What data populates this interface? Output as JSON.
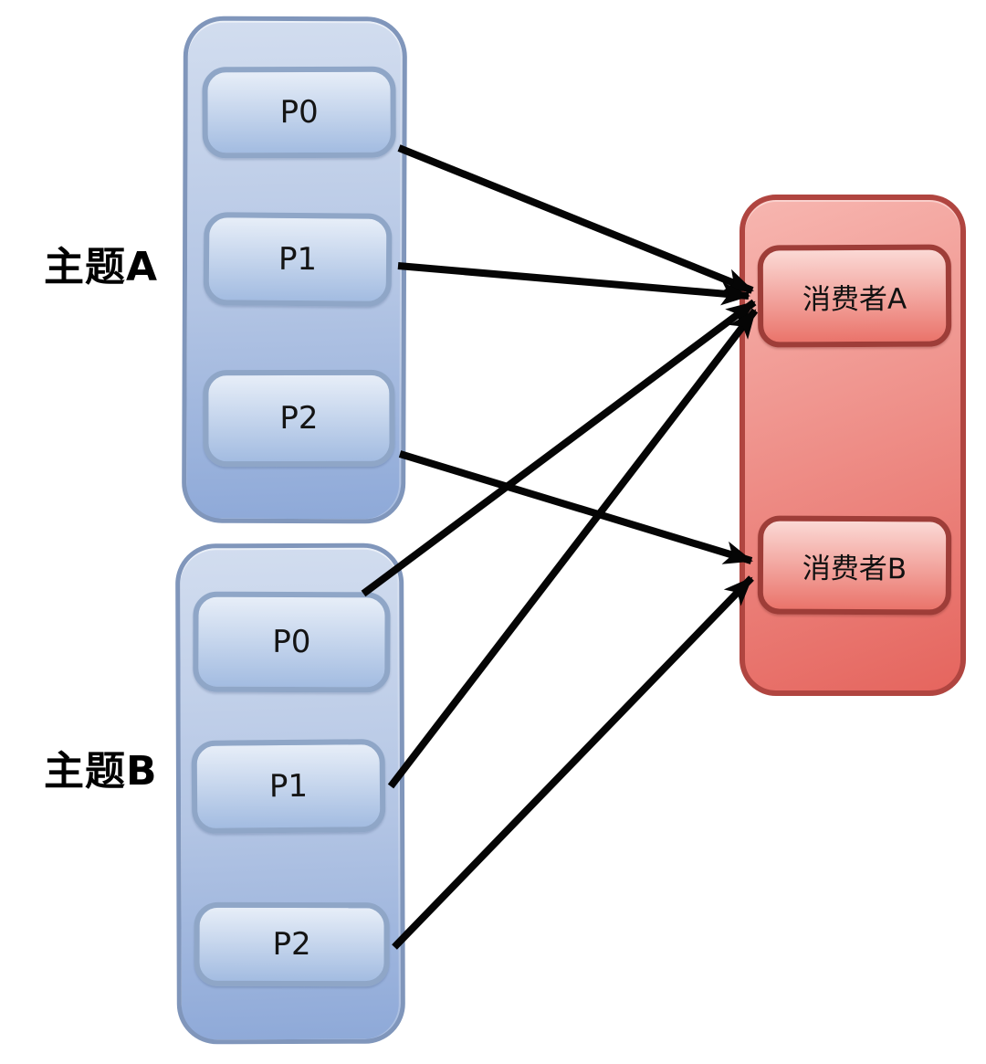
{
  "diagram": {
    "kind": "kafka-topic-consumer-topology",
    "topics": [
      {
        "label": "主题A",
        "partitions": [
          "P0",
          "P1",
          "P2"
        ]
      },
      {
        "label": "主题B",
        "partitions": [
          "P0",
          "P1",
          "P2"
        ]
      }
    ],
    "consumers": [
      "消费者A",
      "消费者B"
    ],
    "connections": [
      {
        "from": "主题A.P0",
        "to": "消费者A"
      },
      {
        "from": "主题A.P1",
        "to": "消费者A"
      },
      {
        "from": "主题A.P2",
        "to": "消费者B"
      },
      {
        "from": "主题B.P0",
        "to": "消费者A"
      },
      {
        "from": "主题B.P1",
        "to": "消费者A"
      },
      {
        "from": "主题B.P2",
        "to": "消费者B"
      }
    ],
    "colors": {
      "topic_fill_top": "#d2ddef",
      "topic_fill_mid": "#b3c5e4",
      "topic_fill_bottom": "#8ea9d8",
      "topic_border": "#8096bb",
      "partition_fill_top": "#e7eef8",
      "partition_fill_bottom": "#a3bce1",
      "partition_border": "#8fa6c7",
      "consumer_group_fill_top": "#f7b6b0",
      "consumer_group_fill_bottom": "#e5655e",
      "consumer_group_border": "#b04540",
      "consumer_fill_top": "#fbd9d5",
      "consumer_fill_bottom": "#ea746b",
      "consumer_border": "#9e3d38",
      "arrow": "#050505",
      "text": "#000000"
    }
  }
}
